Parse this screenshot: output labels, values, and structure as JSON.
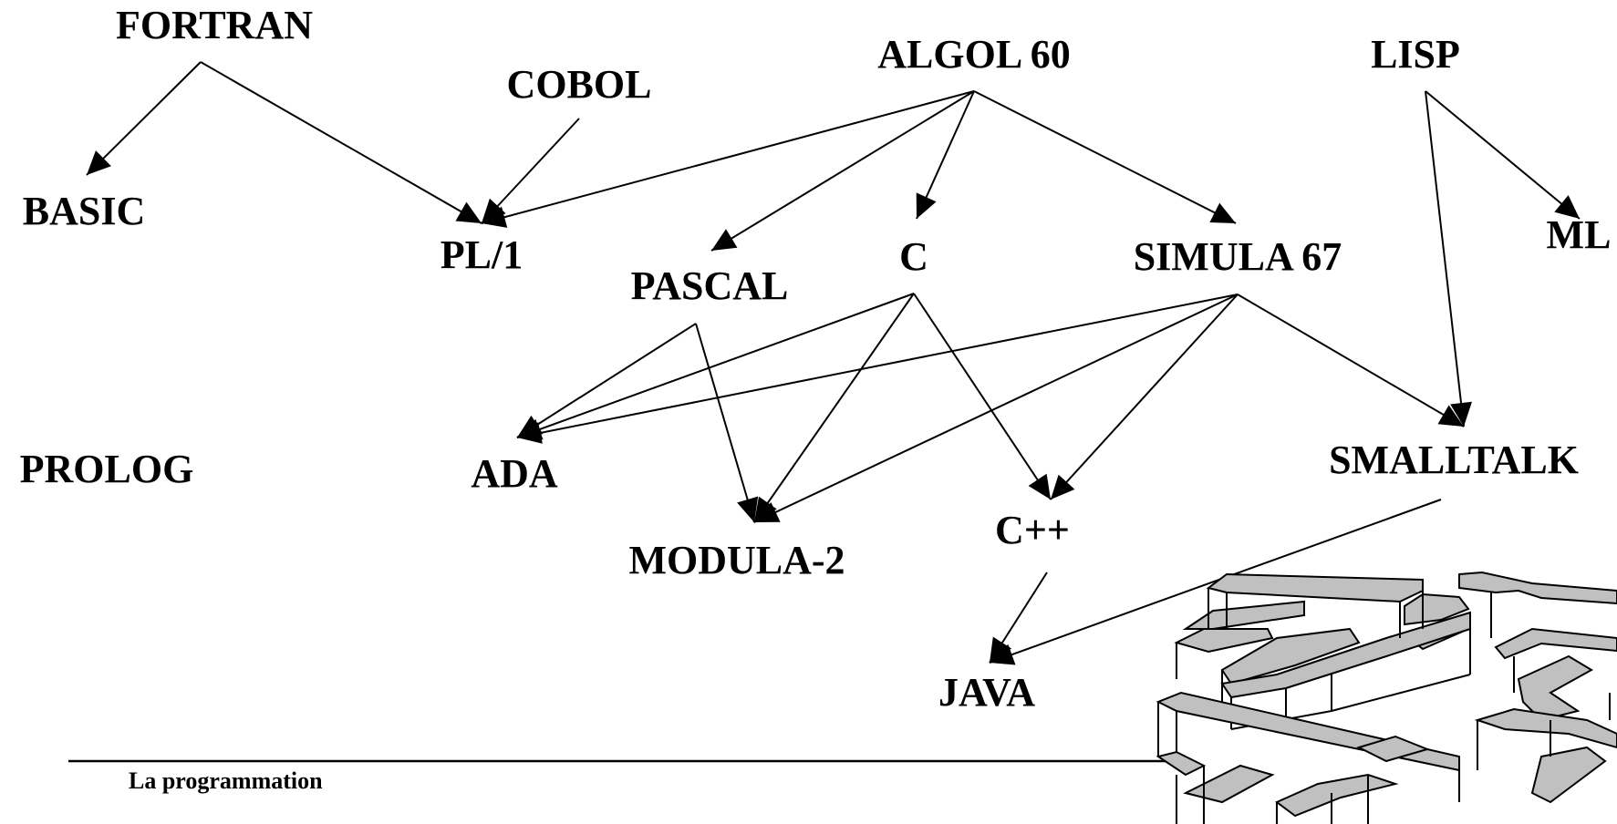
{
  "diagram": {
    "languages": {
      "fortran": "FORTRAN",
      "cobol": "COBOL",
      "algol60": "ALGOL 60",
      "lisp": "LISP",
      "basic": "BASIC",
      "pl1": "PL/1",
      "pascal": "PASCAL",
      "c": "C",
      "simula67": "SIMULA 67",
      "ml": "ML",
      "prolog": "PROLOG",
      "ada": "ADA",
      "smalltalk": "SMALLTALK",
      "modula2": "MODULA-2",
      "cpp": "C++",
      "java": "JAVA"
    },
    "edges": [
      {
        "from": "fortran",
        "to": "basic"
      },
      {
        "from": "fortran",
        "to": "pl1"
      },
      {
        "from": "cobol",
        "to": "pl1"
      },
      {
        "from": "algol60",
        "to": "pl1"
      },
      {
        "from": "algol60",
        "to": "pascal"
      },
      {
        "from": "algol60",
        "to": "c"
      },
      {
        "from": "algol60",
        "to": "simula67"
      },
      {
        "from": "lisp",
        "to": "ml"
      },
      {
        "from": "lisp",
        "to": "smalltalk"
      },
      {
        "from": "pascal",
        "to": "ada"
      },
      {
        "from": "pascal",
        "to": "modula2"
      },
      {
        "from": "c",
        "to": "ada"
      },
      {
        "from": "c",
        "to": "modula2"
      },
      {
        "from": "c",
        "to": "cpp"
      },
      {
        "from": "simula67",
        "to": "ada"
      },
      {
        "from": "simula67",
        "to": "modula2"
      },
      {
        "from": "simula67",
        "to": "cpp"
      },
      {
        "from": "simula67",
        "to": "smalltalk"
      },
      {
        "from": "cpp",
        "to": "java"
      },
      {
        "from": "smalltalk",
        "to": "java"
      }
    ]
  },
  "footer": {
    "title": "La programmation"
  },
  "colors": {
    "ink": "#000000",
    "maze_fill": "#c0c0c0",
    "background": "#ffffff"
  },
  "decoration": {
    "icon": "maze-icon"
  }
}
